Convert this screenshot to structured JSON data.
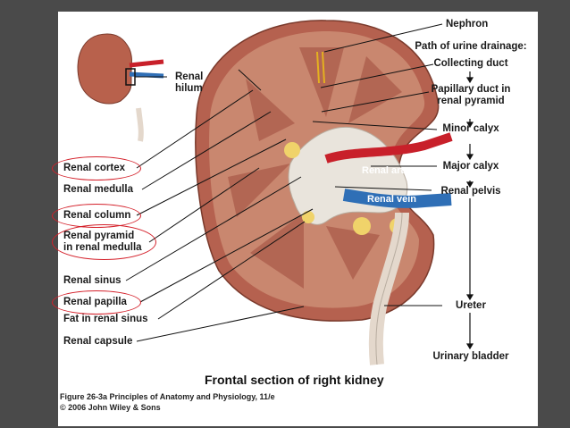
{
  "labels_left": {
    "renal_hilum": "Renal\nhilum",
    "renal_cortex": "Renal cortex",
    "renal_medulla": "Renal medulla",
    "renal_column": "Renal column",
    "renal_pyramid": "Renal pyramid",
    "in_renal_medulla": "in renal medulla",
    "renal_sinus": "Renal sinus",
    "renal_papilla": "Renal papilla",
    "fat_in_renal_sinus": "Fat in renal sinus",
    "renal_capsule": "Renal capsule"
  },
  "labels_right": {
    "nephron": "Nephron",
    "path_heading": "Path of urine drainage:",
    "collecting_duct": "Collecting duct",
    "papillary_duct_1": "Papillary duct in",
    "papillary_duct_2": "renal pyramid",
    "minor_calyx": "Minor calyx",
    "major_calyx": "Major calyx",
    "renal_pelvis": "Renal pelvis",
    "ureter": "Ureter",
    "urinary_bladder": "Urinary bladder"
  },
  "labels_inside": {
    "renal_artery": "Renal artery",
    "renal_vein": "Renal vein"
  },
  "caption": "Frontal section of right kidney",
  "credit_line1": "Figure 26-3a  Principles of Anatomy and Physiology, 11/e",
  "credit_line2": "© 2006 John Wiley & Sons",
  "colors": {
    "background": "#4a4a4a",
    "slide": "#ffffff",
    "highlight_circle": "#d4202a",
    "cortex": "#b5614f",
    "medulla": "#c9876f",
    "artery": "#c8202a",
    "vein": "#2f6fb6",
    "fat": "#f0d36a",
    "pelvis": "#e9e4dc"
  }
}
